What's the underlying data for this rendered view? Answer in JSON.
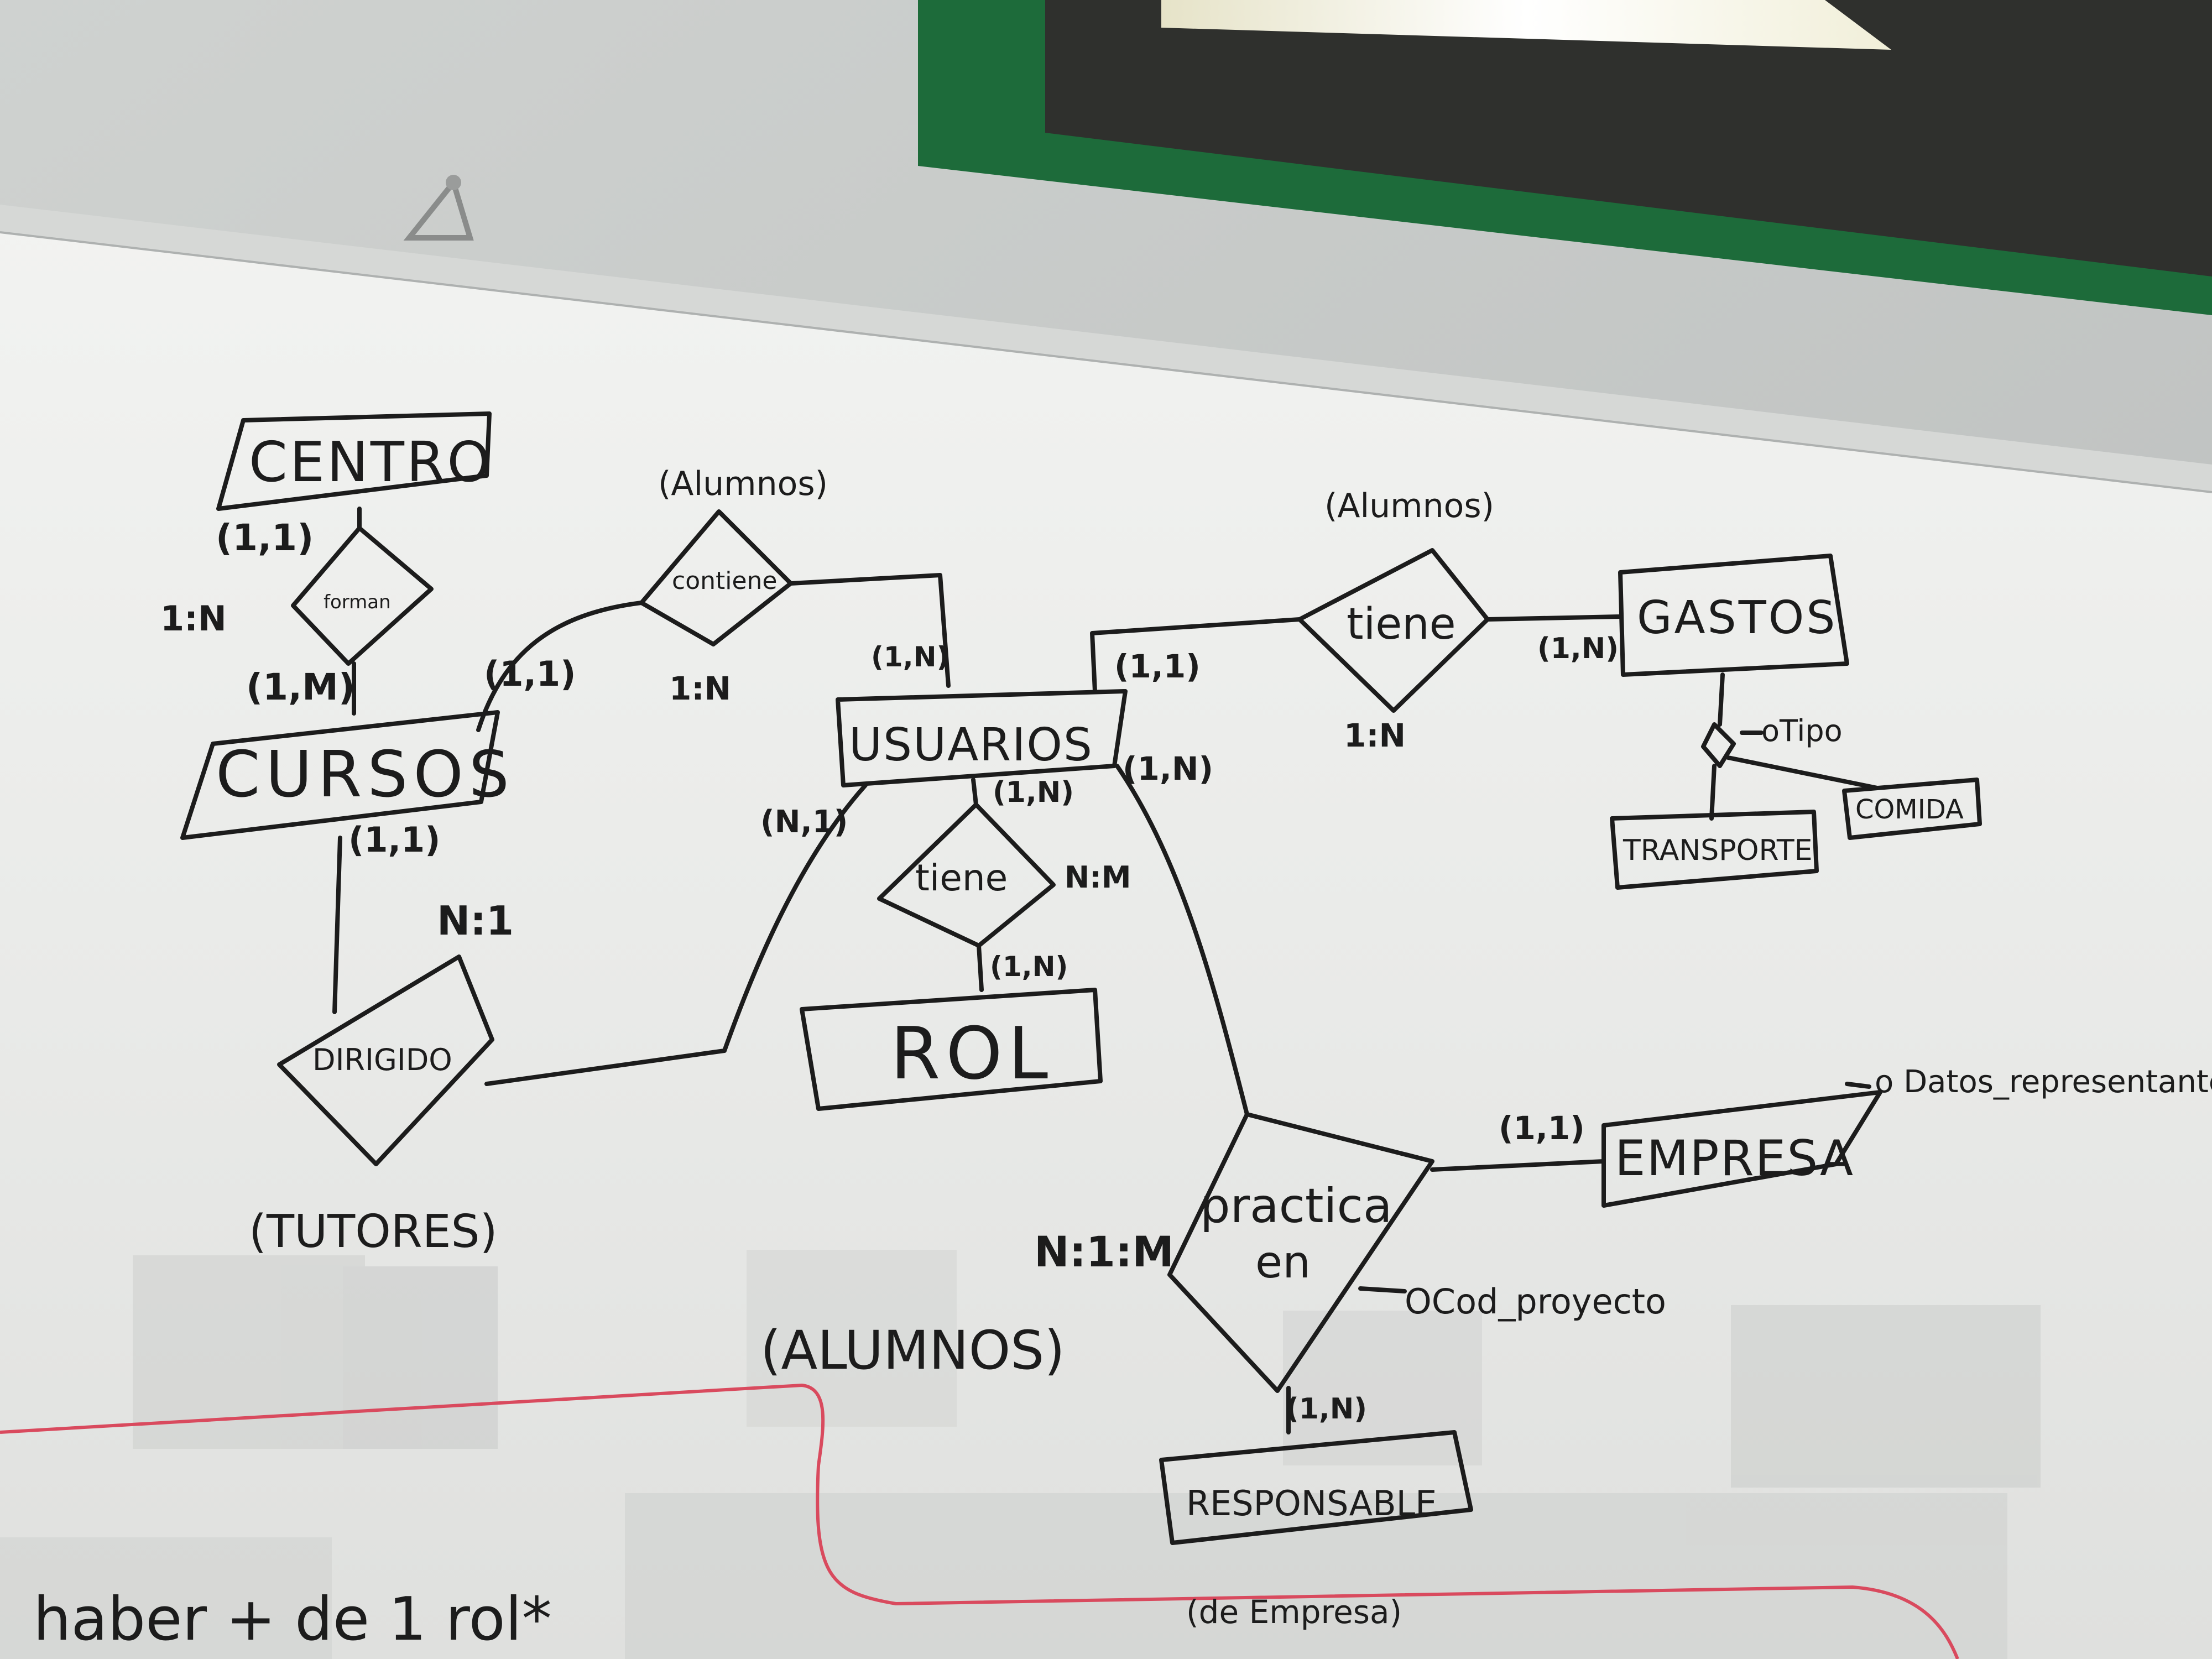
{
  "entities": {
    "centro": "CENTRO",
    "cursos": "CURSOS",
    "usuarios": "USUARIOS",
    "rol": "ROL",
    "gastos": "GASTOS",
    "transporte": "TRANSPORTE",
    "comida": "COMIDA",
    "empresa": "EMPRESA",
    "responsable": "RESPONSABLE"
  },
  "relationships": {
    "forman": "forman",
    "contiene": "contiene",
    "tiene_gastos": "tiene",
    "tiene_rol": "tiene",
    "dirigido": "DIRIGIDO",
    "practica_line1": "practica",
    "practica_line2": "en"
  },
  "cardinalities": {
    "centro_forman": "(1,1)",
    "forman_ratio": "1:N",
    "forman_cursos": "(1,M)",
    "cursos_contiene": "(1,1)",
    "contiene_ratio": "1:N",
    "contiene_usuarios": "(1,N)",
    "usuarios_tiene": "(1,1)",
    "tiene_ratio": "1:N",
    "tiene_gastos": "(1,N)",
    "usuarios_rol_top": "(1,N)",
    "rol_ratio": "N:M",
    "rol_bottom": "(1,N)",
    "usuarios_dirigido": "(N,1)",
    "cursos_dirigido": "(1,1)",
    "dirigido_ratio": "N:1",
    "usuarios_practica": "(1,N)",
    "practica_empresa": "(1,1)",
    "practica_ratio": "N:1:M",
    "practica_responsable": "(1,N)"
  },
  "attributes": {
    "gastos_tipo": "oTipo",
    "empresa_datos": "o Datos_representante",
    "practica_cod": "OCod_proyecto"
  },
  "notes": {
    "contiene_alumnos": "(Alumnos)",
    "tiene_alumnos": "(Alumnos)",
    "tutores": "(TUTORES)",
    "alumnos_big": "(ALUMNOS)",
    "responsable_empresa": "(de Empresa)",
    "footnote": "haber + de 1 rol*"
  },
  "colors": {
    "marker": "#1c1c1c",
    "red_marker": "#d94a5e",
    "board": "#ecedea",
    "frame_green": "#1d6b3a"
  }
}
